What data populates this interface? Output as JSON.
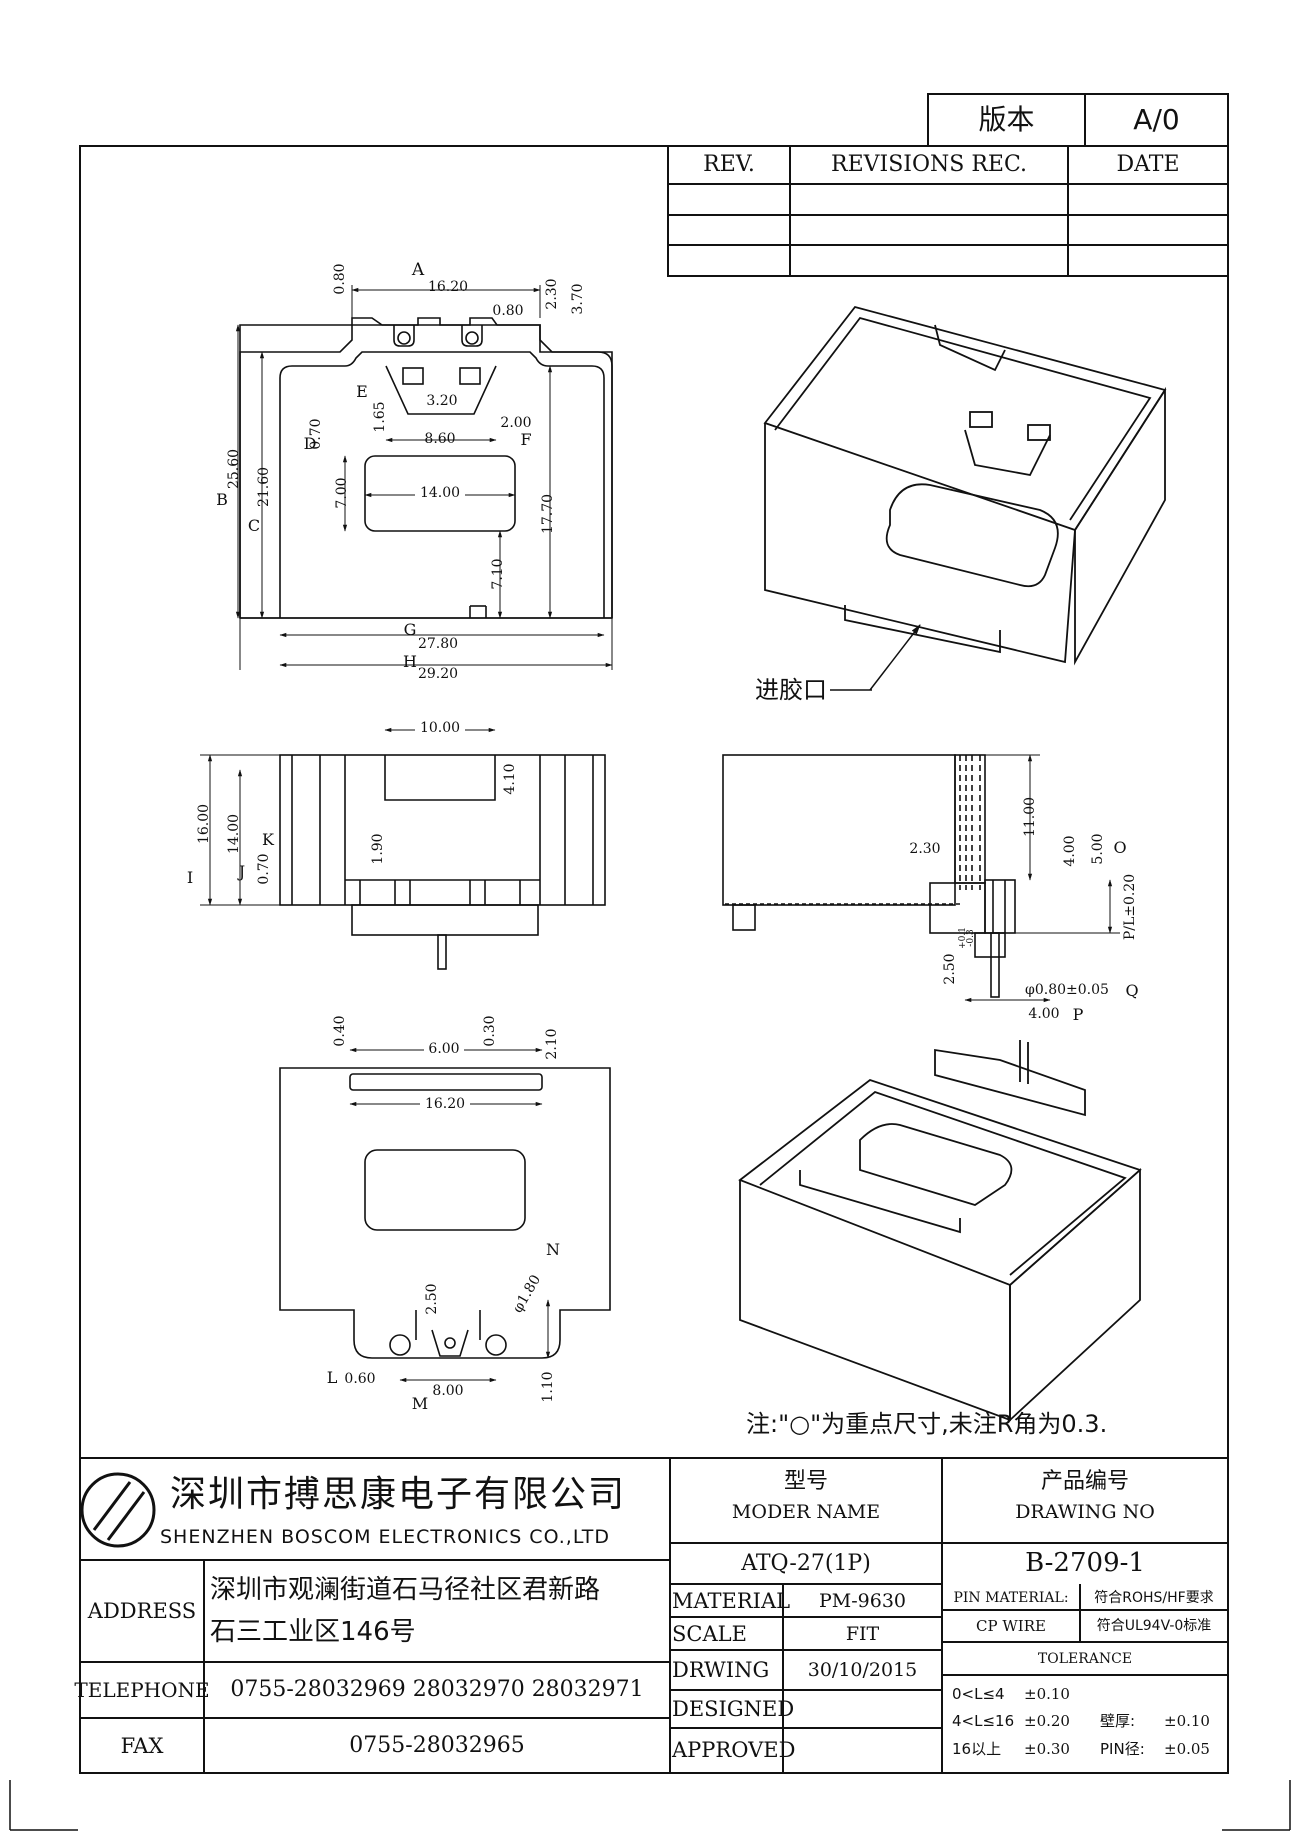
{
  "version": {
    "label": "版本",
    "value": "A/0"
  },
  "revisions": {
    "headers": {
      "rev": "REV.",
      "rec": "REVISIONS REC.",
      "date": "DATE"
    },
    "rows": [
      {
        "rev": "",
        "rec": "",
        "date": ""
      },
      {
        "rev": "",
        "rec": "",
        "date": ""
      },
      {
        "rev": "",
        "rec": "",
        "date": ""
      }
    ]
  },
  "top_view": {
    "markers": [
      "A",
      "B",
      "C",
      "D",
      "E",
      "F",
      "G",
      "H"
    ],
    "dims": [
      "16.20",
      "0.80",
      "2.30",
      "3.70",
      "0.80",
      "3.20",
      "1.65",
      "2.00",
      "0.70",
      "8.60",
      "25.60",
      "21.60",
      "7.00",
      "14.00",
      "17.70",
      "7.10",
      "27.80",
      "29.20"
    ]
  },
  "front_view": {
    "markers": [
      "I",
      "J",
      "K"
    ],
    "dims": [
      "10.00",
      "4.10",
      "16.00",
      "14.00",
      "0.70",
      "1.90"
    ]
  },
  "side_view": {
    "markers": [
      "O",
      "P",
      "Q"
    ],
    "dims": [
      "11.00",
      "2.30",
      "4.00",
      "5.00",
      "P/L±0.20",
      "2.50",
      "+0.1",
      "-0.3",
      "φ0.80±0.05",
      "4.00"
    ]
  },
  "bottom_view": {
    "markers": [
      "L",
      "M",
      "N"
    ],
    "dims": [
      "0.40",
      "0.30",
      "6.00",
      "2.10",
      "16.20",
      "2.50",
      "φ1.80",
      "0.60",
      "8.00",
      "1.10"
    ]
  },
  "iso_label": "进胶口",
  "note": "注:\"○\"为重点尺寸,未注R角为0.3.",
  "company": {
    "name_cn": "深圳市搏思康电子有限公司",
    "name_en": "SHENZHEN BOSCOM ELECTRONICS CO.,LTD"
  },
  "model": {
    "label_cn": "型号",
    "label_en": "MODER NAME",
    "value": "ATQ-27(1P)"
  },
  "drawing_no": {
    "label_cn": "产品编号",
    "label_en": "DRAWING NO",
    "value": "B-2709-1"
  },
  "address": {
    "label": "ADDRESS",
    "line1": "深圳市观澜街道石马径社区君新路",
    "line2": "石三工业区146号"
  },
  "telephone": {
    "label": "TELEPHONE",
    "value": "0755-28032969 28032970 28032971"
  },
  "fax": {
    "label": "FAX",
    "value": "0755-28032965"
  },
  "material": {
    "label": "MATERIAL",
    "value": "PM-9630"
  },
  "scale": {
    "label": "SCALE",
    "value": "FIT"
  },
  "drawing_date": {
    "label": "DRWING",
    "value": "30/10/2015"
  },
  "designed": {
    "label": "DESIGNED",
    "value": ""
  },
  "approved": {
    "label": "APPROVED",
    "value": ""
  },
  "pin_material": {
    "label": "PIN MATERIAL:",
    "value": "CP WIRE"
  },
  "compliance": {
    "rohs": "符合ROHS/HF要求",
    "ul": "符合UL94V-0标准"
  },
  "tolerance": {
    "title": "TOLERANCE",
    "rows": [
      {
        "range": "0<L≤4",
        "value": "±0.10"
      },
      {
        "range": "4<L≤16",
        "value": "±0.20"
      },
      {
        "range": "16以上",
        "value": "±0.30"
      }
    ],
    "wall": {
      "label": "壁厚:",
      "value": "±0.10"
    },
    "pin": {
      "label": "PIN径:",
      "value": "±0.05"
    }
  }
}
